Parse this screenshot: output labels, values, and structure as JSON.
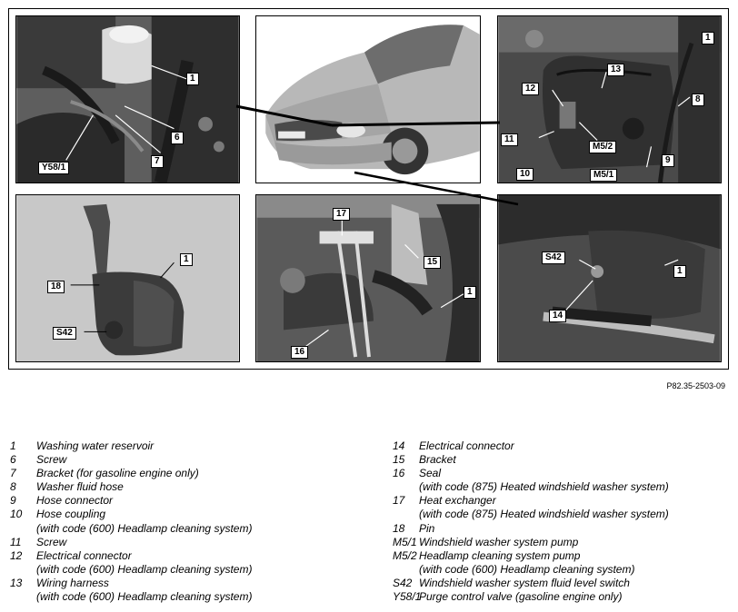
{
  "figure": {
    "code": "P82.35-2503-09",
    "panels": [
      {
        "id": "engine-bay-left",
        "callouts": [
          "1",
          "6",
          "7",
          "Y58/1"
        ]
      },
      {
        "id": "vehicle-front",
        "callouts": []
      },
      {
        "id": "reservoir-installed",
        "callouts": [
          "1",
          "8",
          "11",
          "12",
          "13",
          "M5/2",
          "10",
          "M5/1",
          "9"
        ]
      },
      {
        "id": "reservoir-removed",
        "callouts": [
          "1",
          "18",
          "S42"
        ]
      },
      {
        "id": "wheelhouse",
        "callouts": [
          "17",
          "15",
          "1",
          "16"
        ]
      },
      {
        "id": "underside",
        "callouts": [
          "S42",
          "1",
          "14"
        ]
      }
    ]
  },
  "legend": {
    "left": [
      {
        "key": "1",
        "text": "Washing water reservoir",
        "sub": ""
      },
      {
        "key": "6",
        "text": "Screw",
        "sub": ""
      },
      {
        "key": "7",
        "text": "Bracket (for gasoline engine only)",
        "sub": ""
      },
      {
        "key": "8",
        "text": "Washer fluid hose",
        "sub": ""
      },
      {
        "key": "9",
        "text": "Hose connector",
        "sub": ""
      },
      {
        "key": "10",
        "text": "Hose coupling",
        "sub": "(with code (600) Headlamp cleaning system)"
      },
      {
        "key": "11",
        "text": "Screw",
        "sub": ""
      },
      {
        "key": "12",
        "text": "Electrical connector",
        "sub": "(with code (600) Headlamp cleaning system)"
      },
      {
        "key": "13",
        "text": "Wiring harness",
        "sub": "(with code (600) Headlamp cleaning system)"
      }
    ],
    "right": [
      {
        "key": "14",
        "text": "Electrical connector",
        "sub": ""
      },
      {
        "key": "15",
        "text": "Bracket",
        "sub": ""
      },
      {
        "key": "16",
        "text": "Seal",
        "sub": "(with code (875) Heated windshield washer system)"
      },
      {
        "key": "17",
        "text": "Heat exchanger",
        "sub": "(with code (875) Heated windshield washer system)"
      },
      {
        "key": "18",
        "text": "Pin",
        "sub": ""
      },
      {
        "key": "M5/1",
        "text": "Windshield washer system pump",
        "sub": ""
      },
      {
        "key": "M5/2",
        "text": "Headlamp cleaning system pump",
        "sub": "(with code (600) Headlamp cleaning system)"
      },
      {
        "key": "S42",
        "text": "Windshield washer system fluid level switch",
        "sub": ""
      },
      {
        "key": "Y58/1",
        "text": "Purge control valve (gasoline engine only)",
        "sub": ""
      }
    ]
  }
}
